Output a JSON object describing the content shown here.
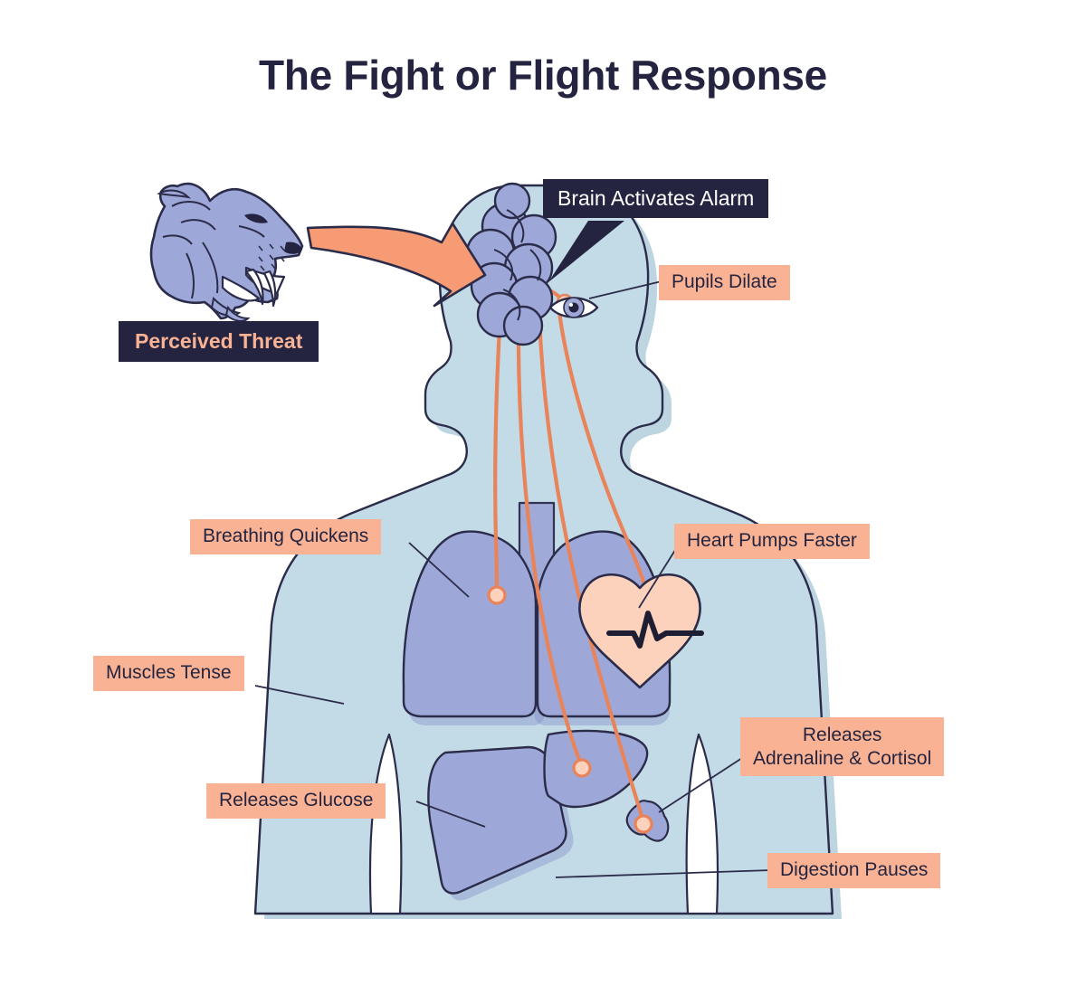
{
  "page": {
    "title": "The Fight or Flight Response",
    "background_color": "#ffffff"
  },
  "palette": {
    "dark_navy": "#242440",
    "peach": "#f9b394",
    "peach_light": "#fcd2bc",
    "coral_line": "#e8835a",
    "periwinkle": "#9ea8d8",
    "periwinkle_dark": "#8a94cc",
    "body_blue": "#c2dbe6",
    "body_blue_shadow": "#b2cedb",
    "outline": "#2b2b4a",
    "white": "#ffffff"
  },
  "labels": {
    "brain": {
      "text": "Brain Activates Alarm",
      "style": "dark",
      "points_to": "brain"
    },
    "threat": {
      "text": "Perceived Threat",
      "style": "dark-accent",
      "points_to": "sabertooth-tiger"
    },
    "pupils": {
      "text": "Pupils Dilate",
      "style": "peach",
      "points_to": "eye"
    },
    "breathing": {
      "text": "Breathing Quickens",
      "style": "peach",
      "points_to": "left-lung"
    },
    "heart": {
      "text": "Heart Pumps Faster",
      "style": "peach",
      "points_to": "heart"
    },
    "muscles": {
      "text": "Muscles Tense",
      "style": "peach",
      "points_to": "shoulder-muscle"
    },
    "adrenaline": {
      "line1": "Releases",
      "line2": "Adrenaline & Cortisol",
      "style": "peach",
      "points_to": "adrenal-gland"
    },
    "glucose": {
      "text": "Releases Glucose",
      "style": "peach",
      "points_to": "liver"
    },
    "digestion": {
      "text": "Digestion Pauses",
      "style": "peach",
      "points_to": "abdomen"
    }
  },
  "illustration": {
    "figures": [
      {
        "name": "sabertooth-tiger-head",
        "fill": "#9ea8d8"
      },
      {
        "name": "threat-arrow",
        "fill": "#f79b74"
      },
      {
        "name": "human-body-silhouette",
        "fill": "#c2dbe6"
      },
      {
        "name": "brain",
        "fill": "#9ea8d8"
      },
      {
        "name": "eye",
        "iris": "#9ea8d8",
        "pupil": "#242440"
      },
      {
        "name": "lungs",
        "fill": "#9ea8d8"
      },
      {
        "name": "heart",
        "fill": "#fcd2bc"
      },
      {
        "name": "heartbeat-line",
        "stroke": "#1d1d33"
      },
      {
        "name": "liver",
        "fill": "#9ea8d8"
      },
      {
        "name": "adrenal-gland",
        "fill": "#9ea8d8"
      },
      {
        "name": "nerve-pathways",
        "stroke": "#e8835a",
        "count": 5
      }
    ]
  }
}
